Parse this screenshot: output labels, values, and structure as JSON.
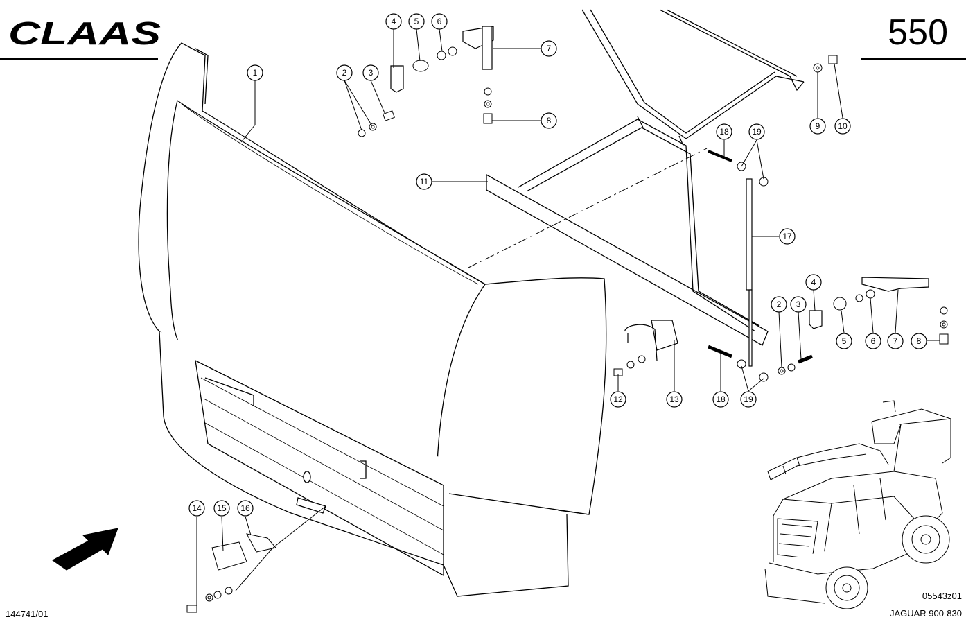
{
  "header": {
    "brand": "CLAAS",
    "page_number": "550"
  },
  "footer": {
    "drawing_id": "144741/01",
    "image_code": "05543z01",
    "model": "JAGUAR 900-830"
  },
  "callouts": [
    {
      "label": "1"
    },
    {
      "label": "2"
    },
    {
      "label": "3"
    },
    {
      "label": "4"
    },
    {
      "label": "5"
    },
    {
      "label": "6"
    },
    {
      "label": "7"
    },
    {
      "label": "8"
    },
    {
      "label": "9"
    },
    {
      "label": "10"
    },
    {
      "label": "11"
    },
    {
      "label": "18"
    },
    {
      "label": "19"
    },
    {
      "label": "17"
    },
    {
      "label": "4"
    },
    {
      "label": "2"
    },
    {
      "label": "3"
    },
    {
      "label": "5"
    },
    {
      "label": "6"
    },
    {
      "label": "7"
    },
    {
      "label": "8"
    },
    {
      "label": "12"
    },
    {
      "label": "13"
    },
    {
      "label": "18"
    },
    {
      "label": "19"
    },
    {
      "label": "14"
    },
    {
      "label": "15"
    },
    {
      "label": "16"
    }
  ]
}
